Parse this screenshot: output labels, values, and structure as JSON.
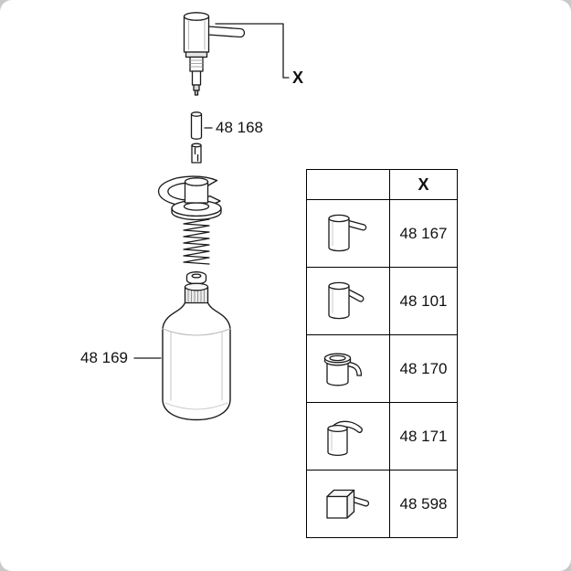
{
  "diagram": {
    "labels": {
      "x_callout": "X",
      "part_48168": "48 168",
      "part_48169": "48 169"
    },
    "parts": [
      "pump-head-with-spout",
      "pump-shaft",
      "adapter-sleeve-48168",
      "slotted-pin",
      "mounting-bracket",
      "escutcheon-flange",
      "threaded-shank",
      "retaining-ring",
      "bottle-cap",
      "bottle-48169"
    ]
  },
  "table": {
    "header": {
      "icon_col": "",
      "x_col": "X"
    },
    "rows": [
      {
        "icon": "pump-cylinder-straight-spout",
        "part": "48 167"
      },
      {
        "icon": "pump-cylinder-angled-spout",
        "part": "48 101"
      },
      {
        "icon": "pump-flanged-curved-spout",
        "part": "48 170"
      },
      {
        "icon": "pump-cylinder-arc-spout",
        "part": "48 171"
      },
      {
        "icon": "pump-cube-straight-spout",
        "part": "48 598"
      }
    ]
  },
  "colors": {
    "line": "#1a1a1a",
    "table_border": "#000000",
    "background": "#ffffff",
    "page_corner": "#c9c9c9"
  }
}
